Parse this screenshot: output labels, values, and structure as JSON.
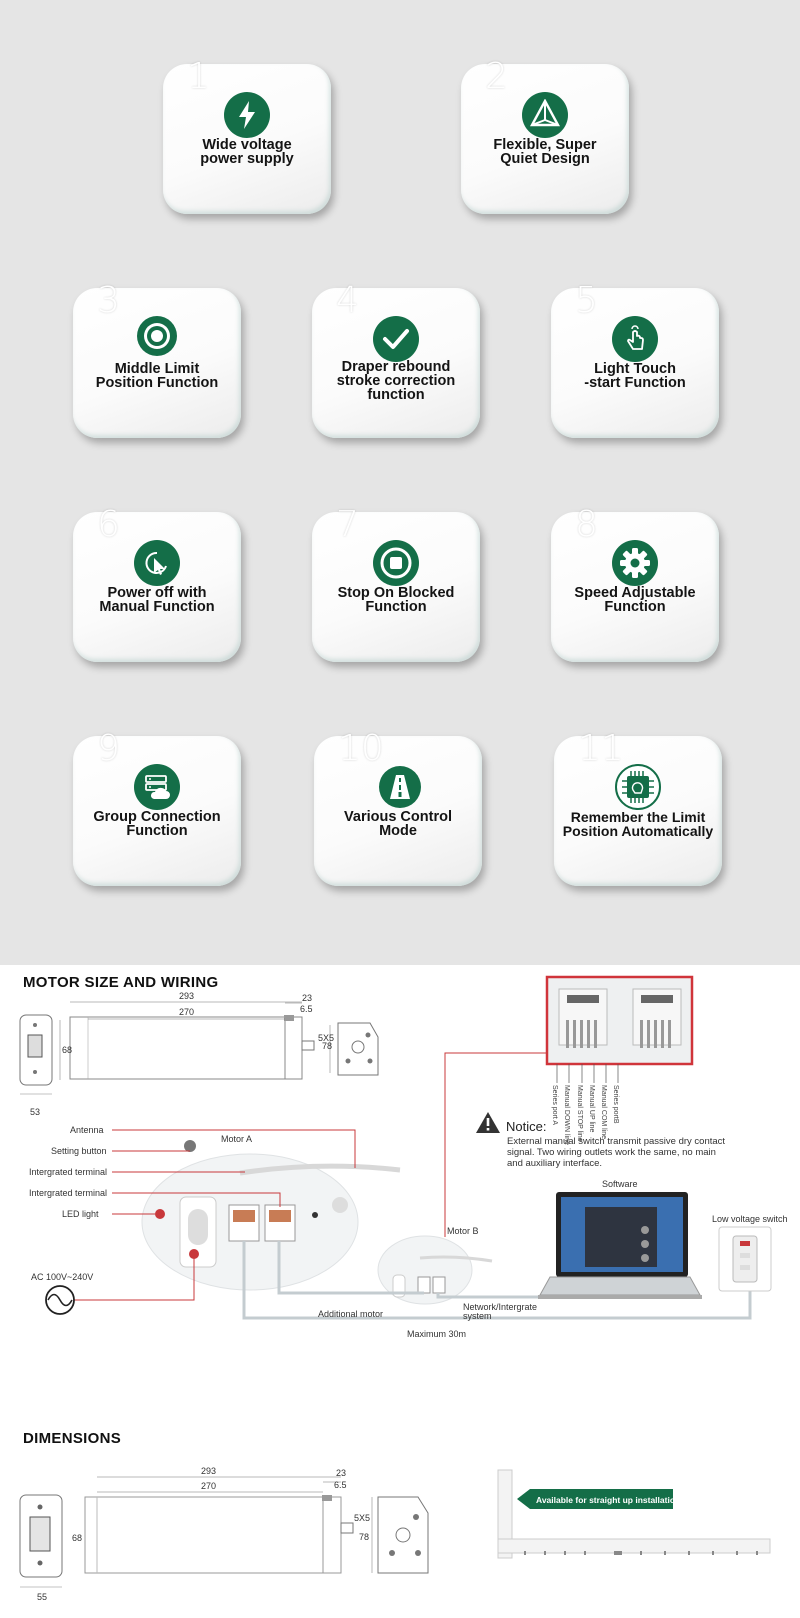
{
  "features": [
    {
      "num": "1",
      "label": "Wide voltage\npower supply",
      "icon": "lightning-icon"
    },
    {
      "num": "2",
      "label": "Flexible, Super\nQuiet Design",
      "icon": "cube-icon"
    },
    {
      "num": "3",
      "label": "Middle Limit\nPosition Function",
      "icon": "target-icon"
    },
    {
      "num": "4",
      "label": "Draper rebound\nstroke correction\nfunction",
      "icon": "check-icon"
    },
    {
      "num": "5",
      "label": "Light Touch\n-start Function",
      "icon": "touch-hand-icon"
    },
    {
      "num": "6",
      "label": "Power off with\nManual Function",
      "icon": "cursor-icon"
    },
    {
      "num": "7",
      "label": "Stop On Blocked\nFunction",
      "icon": "stop-icon"
    },
    {
      "num": "8",
      "label": "Speed Adjustable\nFunction",
      "icon": "gear-icon"
    },
    {
      "num": "9",
      "label": "Group Connection\nFunction",
      "icon": "cloud-server-icon"
    },
    {
      "num": "10",
      "label": "Various Control\nMode",
      "icon": "road-icon"
    },
    {
      "num": "11",
      "label": "Remember the Limit\nPosition Automatically",
      "icon": "chip-brain-icon"
    }
  ],
  "colors": {
    "accent_green": "#146e48",
    "panel_bg": "#e5e5e5",
    "wire_red": "#c8383b"
  },
  "wiring": {
    "title": "MOTOR SIZE AND WIRING",
    "dims": {
      "len_total": "293",
      "len_body": "270",
      "end_a": "23",
      "end_b": "6.5",
      "shaft": "5X5",
      "h_left": "68",
      "w_left": "53",
      "h_right": "78"
    },
    "motor_a": "Motor A",
    "motor_b": "Motor B",
    "labels": {
      "antenna": "Antenna",
      "setting": "Setting button",
      "term1": "Intergrated terminal",
      "term2": "Intergrated terminal",
      "led": "LED light",
      "ac": "AC  100V~240V",
      "additional": "Additional motor",
      "network": "Network/Intergrate\nsystem",
      "maximum": "Maximum 30m",
      "software": "Software",
      "low_voltage": "Low voltage switch"
    },
    "port_lines": [
      "Series port A",
      "Manual DOWN line",
      "Manual STOP line",
      "Manual UP line",
      "Manual COM line",
      "Series portB"
    ],
    "notice_title": "Notice:",
    "notice_text": "External manual switch transmit passive dry contact\nsignal. Two wiring outlets work the same, no main\nand auxiliary interface."
  },
  "dimensions": {
    "title": "DIMENSIONS",
    "len_total": "293",
    "len_body": "270",
    "end_a": "23",
    "end_b": "6.5",
    "shaft": "5X5",
    "h_left": "68",
    "w_left": "55",
    "h_right": "78",
    "install_label": "Available for straight up installation"
  }
}
